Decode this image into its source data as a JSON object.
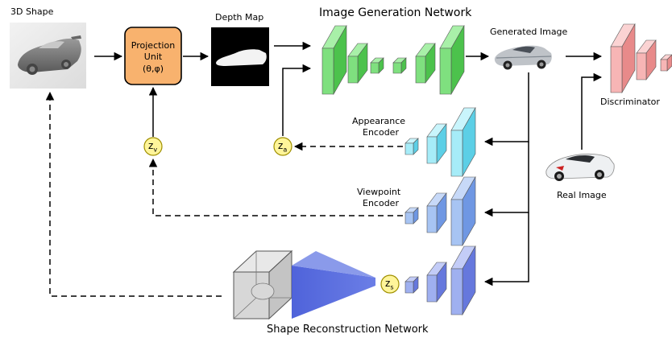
{
  "labels": {
    "shape_3d": "3D Shape",
    "depth_map": "Depth Map",
    "image_gen_network": "Image Generation Network",
    "generated_image": "Generated Image",
    "discriminator": "Discriminator",
    "projection_unit_line1": "Projection",
    "projection_unit_line2": "Unit",
    "projection_unit_params": "(θ,φ)",
    "appearance_encoder_line1": "Appearance",
    "appearance_encoder_line2": "Encoder",
    "viewpoint_encoder_line1": "Viewpoint",
    "viewpoint_encoder_line2": "Encoder",
    "real_image": "Real Image",
    "shape_recon_network": "Shape Reconstruction Network",
    "latent_v": "z",
    "latent_v_sub": "v",
    "latent_a": "z",
    "latent_a_sub": "a",
    "latent_s": "z",
    "latent_s_sub": "s"
  },
  "colors": {
    "generator_front": "#7fe07f",
    "generator_side": "#4cc24c",
    "generator_top": "#a8f0a8",
    "appearance_front": "#a6ecf8",
    "appearance_side": "#5ccfe6",
    "appearance_top": "#c9f5fc",
    "viewpoint_front": "#a7c4f3",
    "viewpoint_side": "#6f97e3",
    "viewpoint_top": "#c7d9f8",
    "shape_front": "#9fb0f0",
    "shape_side": "#6678dd",
    "shape_top": "#c3ccf7",
    "discriminator_front": "#f7b5b5",
    "discriminator_side": "#e88a8a",
    "discriminator_top": "#fbd3d3",
    "projection_fill": "#f8b26e",
    "latent_fill": "#fff59a",
    "latent_stroke": "#a09000"
  }
}
